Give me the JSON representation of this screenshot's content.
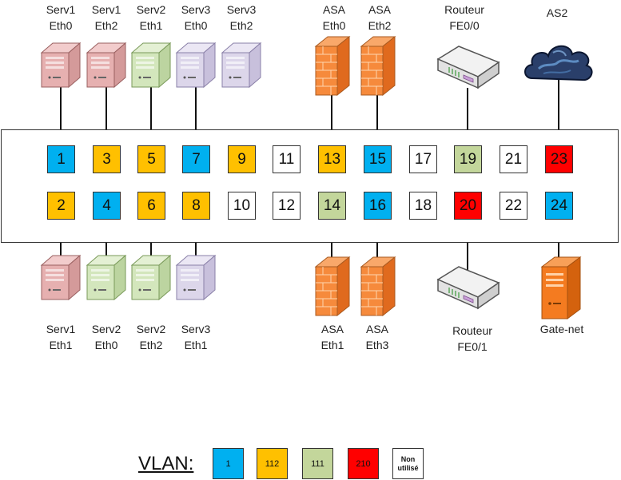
{
  "colors": {
    "v1": "#00b0f0",
    "v112": "#ffc000",
    "v111": "#c3d69b",
    "v210": "#ff0000",
    "unused": "#ffffff"
  },
  "top_labels": [
    {
      "l1": "Serv1",
      "l2": "Eth0"
    },
    {
      "l1": "Serv1",
      "l2": "Eth2"
    },
    {
      "l1": "Serv2",
      "l2": "Eth1"
    },
    {
      "l1": "Serv3",
      "l2": "Eth0"
    },
    {
      "l1": "Serv3",
      "l2": "Eth2"
    },
    {
      "l1": "ASA",
      "l2": "Eth0"
    },
    {
      "l1": "ASA",
      "l2": "Eth2"
    },
    {
      "l1": "Routeur",
      "l2": "FE0/0"
    },
    {
      "l1": "AS2",
      "l2": ""
    }
  ],
  "bottom_labels": [
    {
      "l1": "Serv1",
      "l2": "Eth1"
    },
    {
      "l1": "Serv2",
      "l2": "Eth0"
    },
    {
      "l1": "Serv2",
      "l2": "Eth2"
    },
    {
      "l1": "Serv3",
      "l2": "Eth1"
    },
    {
      "l1": "ASA",
      "l2": "Eth1"
    },
    {
      "l1": "ASA",
      "l2": "Eth3"
    },
    {
      "l1": "Routeur",
      "l2": "FE0/1"
    },
    {
      "l1": "Gate-net",
      "l2": ""
    }
  ],
  "ports_top": [
    {
      "n": "1",
      "vlan": "v1"
    },
    {
      "n": "3",
      "vlan": "v112"
    },
    {
      "n": "5",
      "vlan": "v112"
    },
    {
      "n": "7",
      "vlan": "v1"
    },
    {
      "n": "9",
      "vlan": "v112"
    },
    {
      "n": "11",
      "vlan": "unused"
    },
    {
      "n": "13",
      "vlan": "v112"
    },
    {
      "n": "15",
      "vlan": "v1"
    },
    {
      "n": "17",
      "vlan": "unused"
    },
    {
      "n": "19",
      "vlan": "v111"
    },
    {
      "n": "21",
      "vlan": "unused"
    },
    {
      "n": "23",
      "vlan": "v210"
    }
  ],
  "ports_bottom": [
    {
      "n": "2",
      "vlan": "v112"
    },
    {
      "n": "4",
      "vlan": "v1"
    },
    {
      "n": "6",
      "vlan": "v112"
    },
    {
      "n": "8",
      "vlan": "v112"
    },
    {
      "n": "10",
      "vlan": "unused"
    },
    {
      "n": "12",
      "vlan": "unused"
    },
    {
      "n": "14",
      "vlan": "v111"
    },
    {
      "n": "16",
      "vlan": "v1"
    },
    {
      "n": "18",
      "vlan": "unused"
    },
    {
      "n": "20",
      "vlan": "v210"
    },
    {
      "n": "22",
      "vlan": "unused"
    },
    {
      "n": "24",
      "vlan": "v1"
    }
  ],
  "legend": {
    "title": "VLAN:",
    "items": [
      {
        "label": "1",
        "vlan": "v1"
      },
      {
        "label": "112",
        "vlan": "v112"
      },
      {
        "label": "111",
        "vlan": "v111"
      },
      {
        "label": "210",
        "vlan": "v210"
      },
      {
        "label1": "Non",
        "label2": "utilisé",
        "vlan": "unused"
      }
    ]
  }
}
